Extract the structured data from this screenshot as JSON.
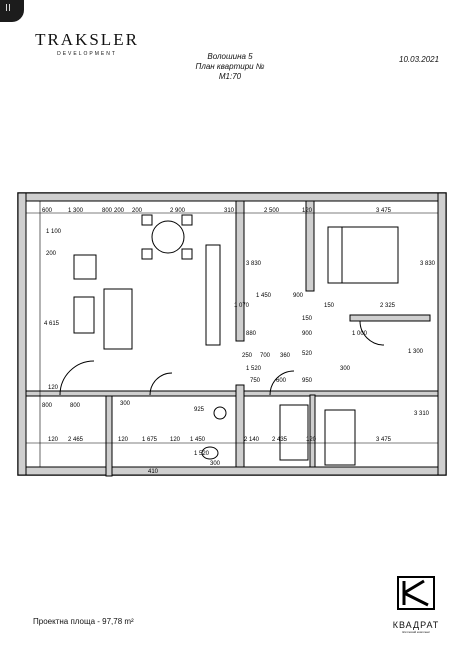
{
  "corner_icon": "pause-icon",
  "brand": {
    "name": "TRAKSLER",
    "sub": "DEVELOPMENT"
  },
  "header": {
    "line1": "Волошина 5",
    "line2": "План квартири №",
    "line3": "М1:70"
  },
  "date": "10.03.2021",
  "area": {
    "label": "Проектна площа - 97,78 m²"
  },
  "dims": [
    "600",
    "1 300",
    "800",
    "200",
    "200",
    "2 900",
    "310",
    "2 500",
    "120",
    "3 475",
    "1 100",
    "200",
    "4 615",
    "3 830",
    "1 450",
    "900",
    "150",
    "2 325",
    "3 830",
    "1 000",
    "1 300",
    "1 070",
    "880",
    "250",
    "700",
    "360",
    "900",
    "520",
    "300",
    "150",
    "1 520",
    "750",
    "600",
    "950",
    "120",
    "300",
    "800",
    "800",
    "925",
    "3 310",
    "120",
    "2 465",
    "120",
    "1 675",
    "120",
    "1 450",
    "2 140",
    "2 435",
    "120",
    "3 475",
    "410",
    "1 520",
    "300"
  ],
  "logo2": {
    "name": "КВАДРАТ",
    "sub": "Житловий комплекс"
  }
}
